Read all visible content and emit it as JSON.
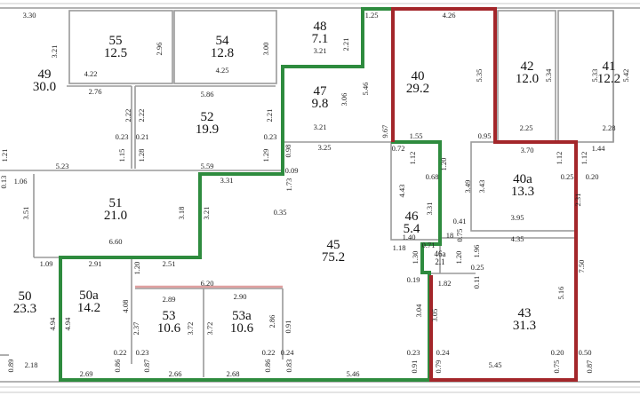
{
  "colors": {
    "green_outline": "#2e8b3e",
    "red_outline": "#a3262a",
    "wall": "#9a9a9a",
    "pink_wall": "#e0a0a0"
  },
  "rooms": [
    {
      "number": "55",
      "area": "12.5"
    },
    {
      "number": "54",
      "area": "12.8"
    },
    {
      "number": "48",
      "area": "7.1"
    },
    {
      "number": "47",
      "area": "9.8"
    },
    {
      "number": "49",
      "area": "30.0"
    },
    {
      "number": "52",
      "area": "19.9"
    },
    {
      "number": "40",
      "area": "29.2"
    },
    {
      "number": "42",
      "area": "12.0"
    },
    {
      "number": "41",
      "area": "12.2"
    },
    {
      "number": "51",
      "area": "21.0"
    },
    {
      "number": "40a",
      "area": "13.3"
    },
    {
      "number": "46",
      "area": "5.4"
    },
    {
      "number": "45",
      "area": "75.2"
    },
    {
      "number": "46a",
      "area": "2.1"
    },
    {
      "number": "50",
      "area": "23.3"
    },
    {
      "number": "50a",
      "area": "14.2"
    },
    {
      "number": "53",
      "area": "10.6"
    },
    {
      "number": "53a",
      "area": "10.6"
    },
    {
      "number": "43",
      "area": "31.3"
    }
  ],
  "dimensions": [
    "3.30",
    "3.21",
    "2.96",
    "4.22",
    "4.25",
    "3.00",
    "2.76",
    "5.86",
    "2.22",
    "2.22",
    "2.21",
    "0.23",
    "0.21",
    "0.23",
    "1.15",
    "1.28",
    "1.29",
    "0.98",
    "0.09",
    "5.23",
    "5.59",
    "1.21",
    "0.13",
    "1.06",
    "3.31",
    "1.73",
    "0.35",
    "3.51",
    "3.18",
    "3.21",
    "6.60",
    "1.09",
    "2.91",
    "1.20",
    "2.51",
    "6.20",
    "2.89",
    "2.90",
    "4.08",
    "4.94",
    "4.94",
    "2.37",
    "3.72",
    "3.72",
    "2.86",
    "0.91",
    "0.22",
    "0.23",
    "0.22",
    "0.24",
    "2.69",
    "0.86",
    "0.87",
    "2.66",
    "2.68",
    "0.86",
    "0.83",
    "5.46",
    "0.89",
    "2.18",
    "1.25",
    "4.26",
    "2.21",
    "3.21",
    "5.46",
    "3.06",
    "3.21",
    "3.25",
    "9.67",
    "5.35",
    "5.34",
    "5.33",
    "5.42",
    "2.25",
    "2.28",
    "1.55",
    "0.95",
    "3.70",
    "0.72",
    "1.12",
    "1.12",
    "1.12",
    "1.44",
    "1.20",
    "0.68",
    "0.25",
    "0.20",
    "4.43",
    "3.49",
    "3.43",
    "3.31",
    "2.31",
    "3.95",
    "0.41",
    "0.75",
    "4.35",
    "1.40",
    "18",
    "1.18",
    "1.30",
    "0.71",
    "1.20",
    "1.96",
    "0.25",
    "0.19",
    "1.82",
    "0.11",
    "7.50",
    "5.16",
    "3.04",
    "3.05",
    "0.23",
    "0.24",
    "0.91",
    "0.79",
    "5.45",
    "0.20",
    "0.50",
    "0.75",
    "0.87"
  ]
}
